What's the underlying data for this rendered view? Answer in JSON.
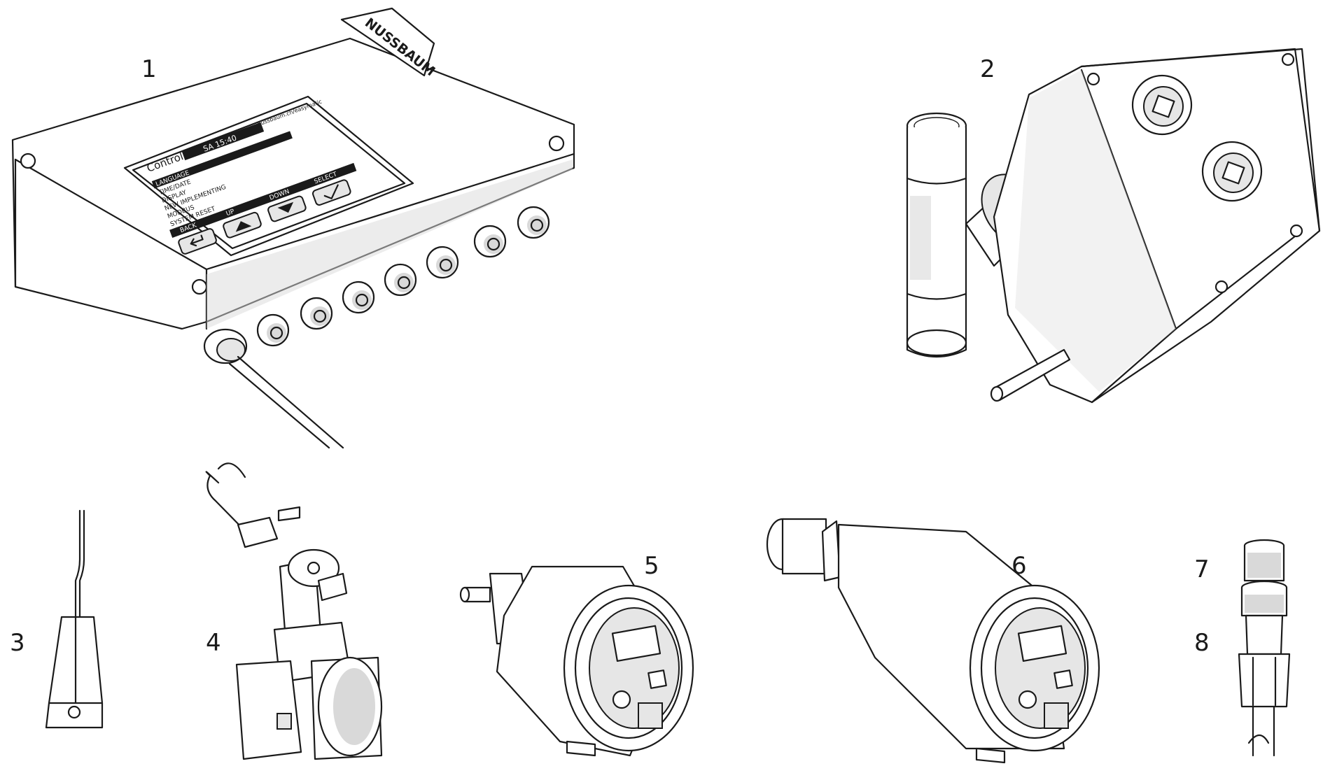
{
  "callouts": [
    "1",
    "2",
    "3",
    "4",
    "5",
    "6",
    "7",
    "8"
  ],
  "controller": {
    "brand_plate": "NUSSBAUM",
    "screen_title": "Controller  emc1",
    "screen_url": "nussbaum.ch/easymatic",
    "clock": "SA 15:40",
    "menu_items": [
      "LANGUAGE",
      "TIME/DATE",
      "DISPLAY",
      "NEW IMPLEMENTING",
      "MODBUS",
      "SYSTEM RESET"
    ],
    "softkeys": [
      "BACK",
      "UP",
      "DOWN",
      "SELECT"
    ]
  },
  "icons": [
    "return-arrow-icon",
    "up-triangle-icon",
    "down-triangle-icon",
    "checkmark-icon"
  ],
  "colors": {
    "line": "#1a1a1a",
    "shade": "#d9d9d9",
    "background": "#ffffff"
  }
}
